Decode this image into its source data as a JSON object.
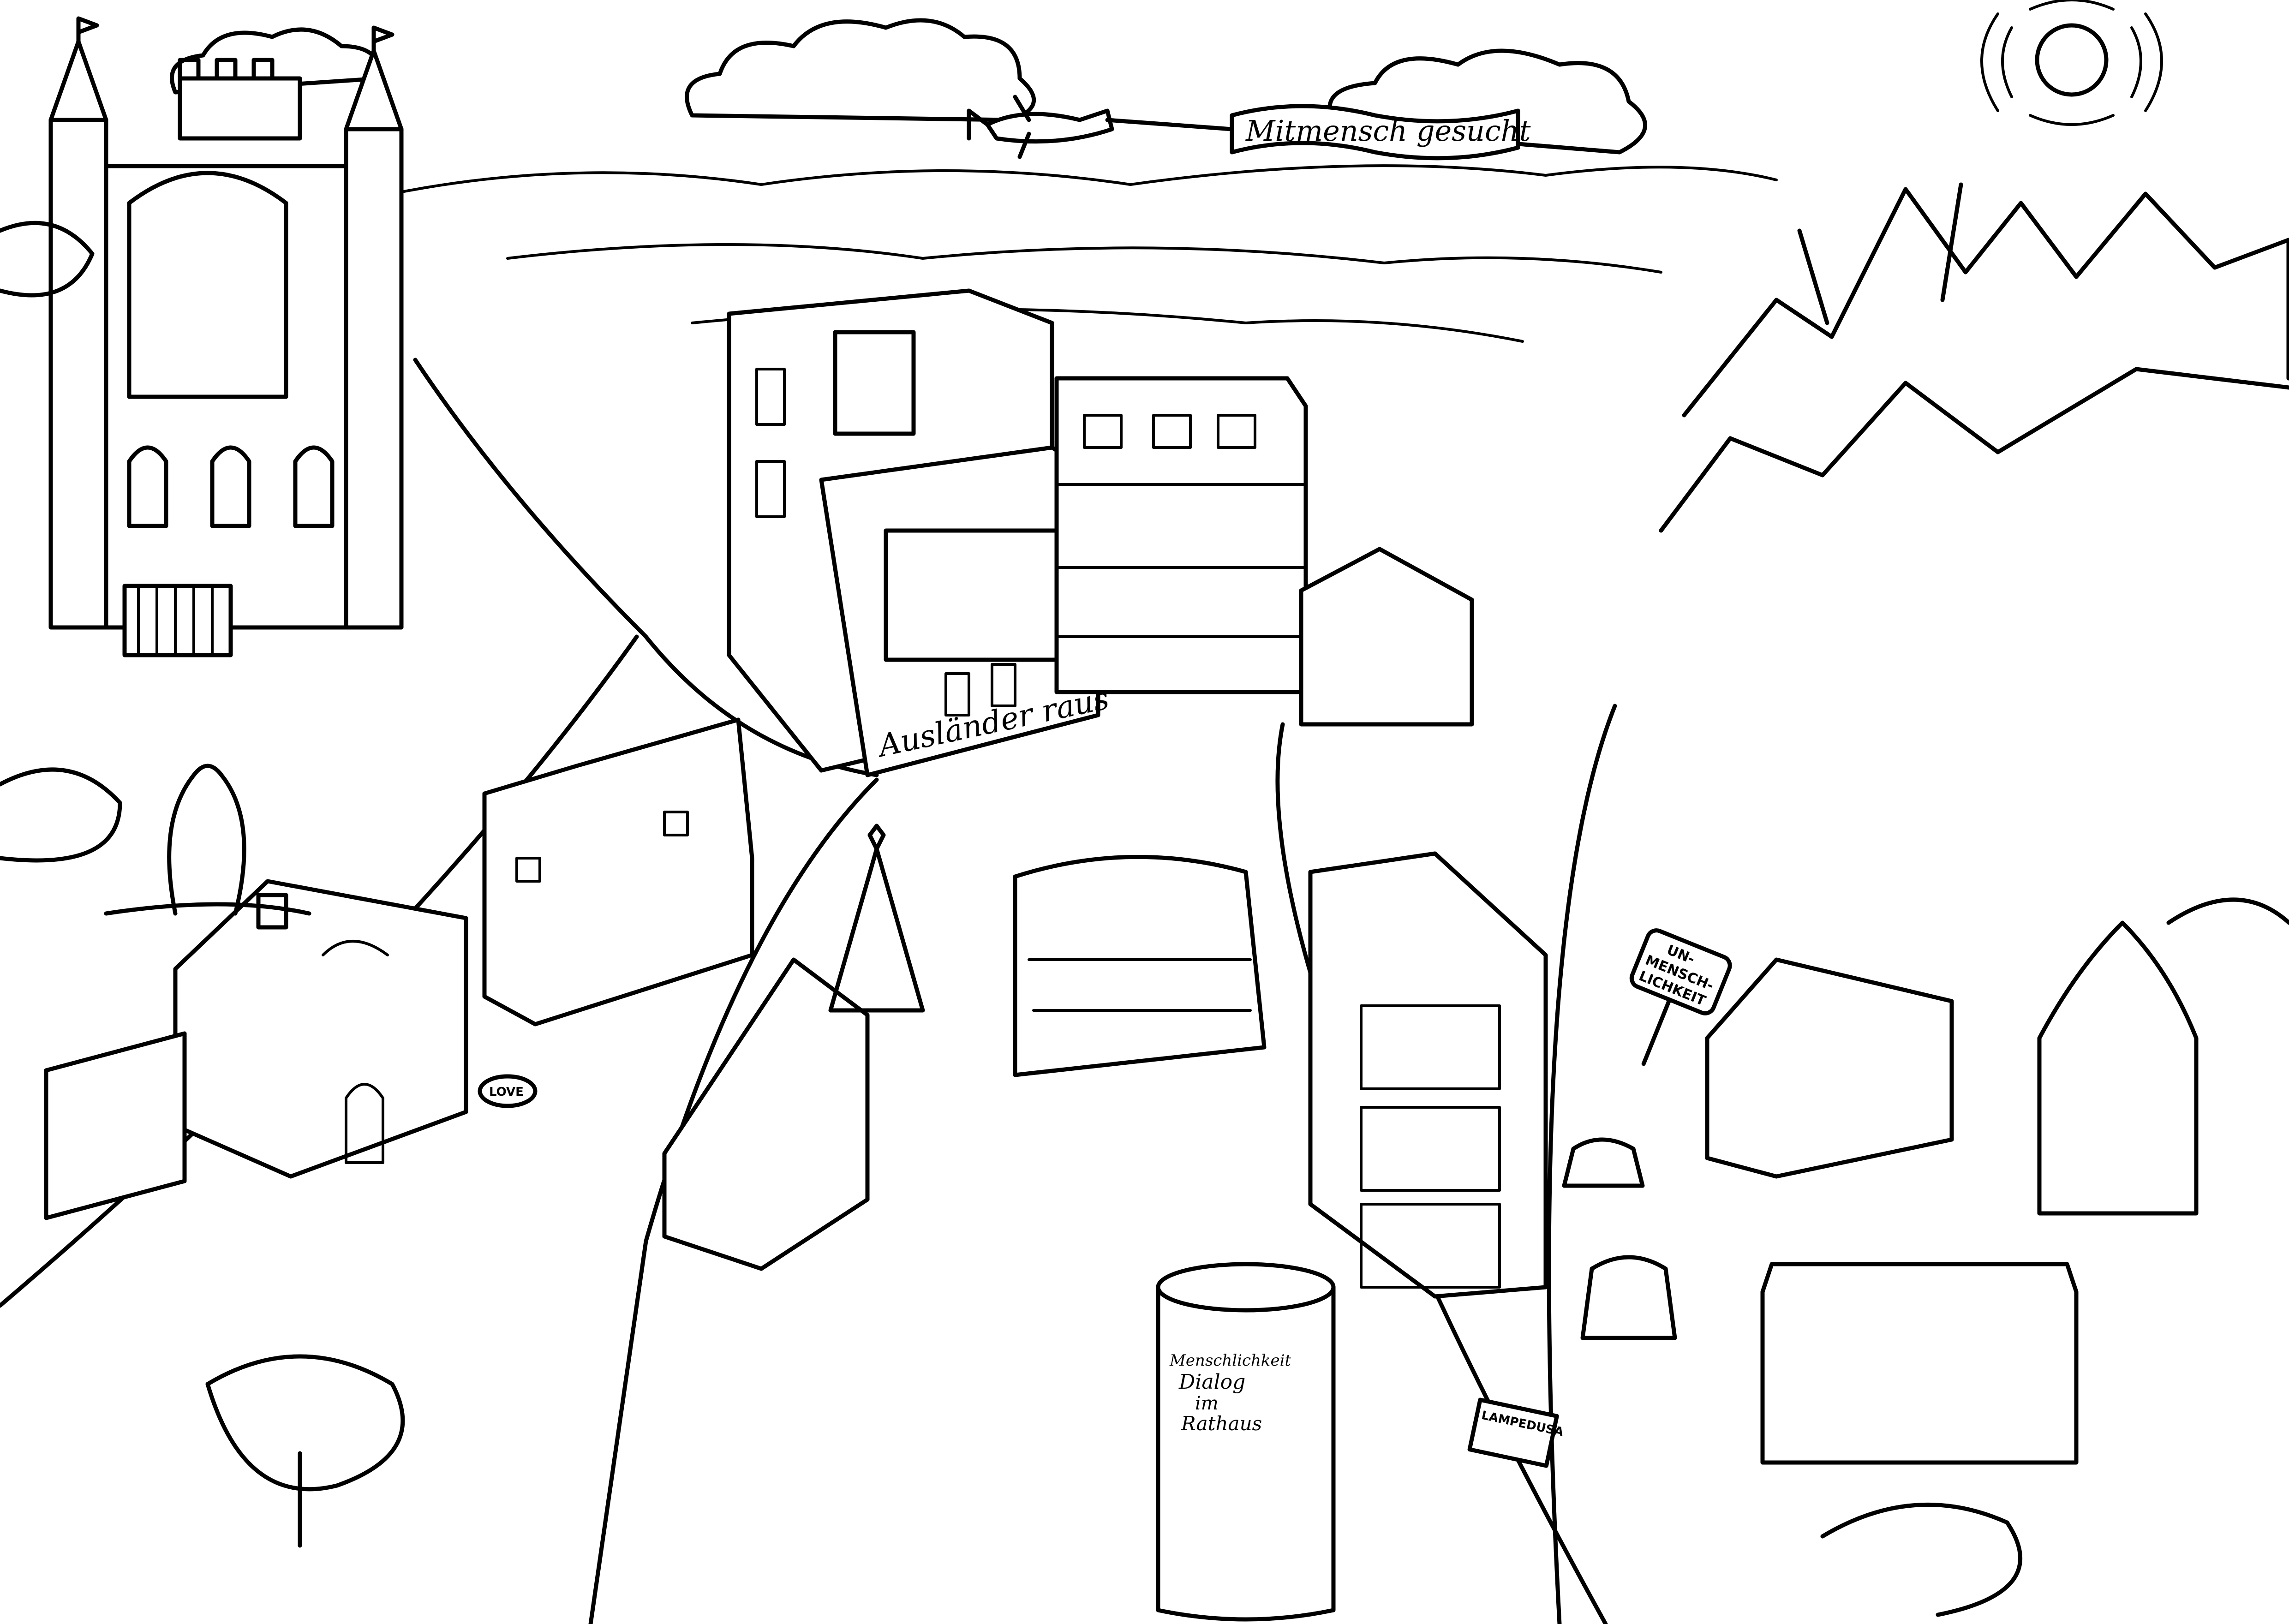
{
  "illustration": {
    "plane_banner": "Mitmensch gesucht",
    "building_graffiti": "Ausländer raus",
    "town_sign": {
      "line1": "UN-",
      "line2": "MENSCH-",
      "line3": "LICHKEIT"
    },
    "poster_column": {
      "line1": "Menschlichkeit",
      "line2": "Dialog",
      "line3": "im",
      "line4": "Rathaus"
    },
    "newspaper_headline": "LAMPEDUSA",
    "heart_sign": "LOVE"
  },
  "colors": {
    "ink": "#000000",
    "paper": "#ffffff"
  }
}
